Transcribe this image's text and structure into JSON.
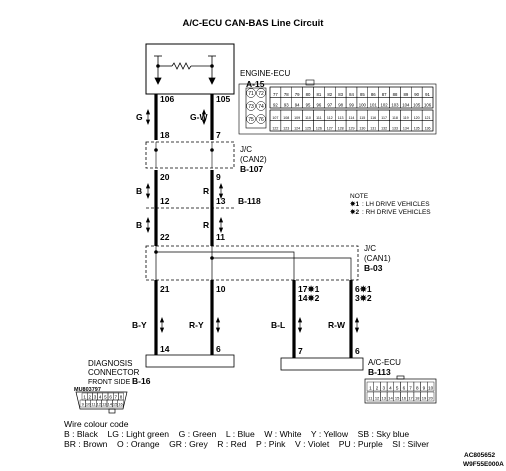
{
  "title": "A/C-ECU CAN-BAS Line Circuit",
  "engine_ecu": {
    "name": "ENGINE-ECU",
    "ref": "A-15"
  },
  "jc_can2": {
    "name": "J/C",
    "sub": "(CAN2)",
    "ref": "B-107"
  },
  "jc_can1": {
    "name": "J/C",
    "sub": "(CAN1)",
    "ref": "B-03"
  },
  "b118": "B-118",
  "diag": {
    "line1": "DIAGNOSIS",
    "line2": "CONNECTOR",
    "front": "FRONT SIDE",
    "ref": "B-16",
    "part": "MU803797"
  },
  "acecu": {
    "name": "A/C-ECU",
    "ref": "B-113"
  },
  "note": {
    "title": "NOTE",
    "n1_mark": "✵1",
    "n1": ": LH DRIVE VEHICLES",
    "n2_mark": "✵2",
    "n2": ": RH DRIVE VEHICLES"
  },
  "pins": {
    "p106": "106",
    "p105": "105",
    "p18": "18",
    "p7a": "7",
    "p20": "20",
    "p9": "9",
    "p12": "12",
    "p13": "13",
    "p22": "22",
    "p11": "11",
    "p21": "21",
    "p10": "10",
    "p17": "17✵1",
    "p14a": "14✵2",
    "p6a": "6✵1",
    "p3": "3✵2",
    "p14b": "14",
    "p6b": "6",
    "p7b": "7",
    "p6c": "6"
  },
  "wires": {
    "g": "G",
    "gw": "G-W",
    "b1": "B",
    "r1": "R",
    "b2": "B",
    "r2": "R",
    "by": "B-Y",
    "ry": "R-Y",
    "bl": "B-L",
    "rw": "R-W"
  },
  "ecu_connector_pins": {
    "row1": [
      "77",
      "78",
      "79",
      "80",
      "81",
      "82",
      "83",
      "84",
      "85",
      "86",
      "87",
      "88",
      "89",
      "90",
      "91"
    ],
    "row2": [
      "92",
      "93",
      "94",
      "95",
      "96",
      "97",
      "98",
      "99",
      "100",
      "101",
      "102",
      "103",
      "104",
      "105",
      "106"
    ],
    "row3": [
      "107",
      "108",
      "109",
      "110",
      "111",
      "112",
      "113",
      "114",
      "115",
      "116",
      "117",
      "118",
      "119",
      "120",
      "121"
    ],
    "row4": [
      "122",
      "123",
      "124",
      "125",
      "126",
      "127",
      "128",
      "129",
      "130",
      "131",
      "132",
      "133",
      "134",
      "135",
      "136"
    ],
    "left": [
      "71",
      "72",
      "73",
      "74",
      "75",
      "76"
    ]
  },
  "diag_connector_pins": {
    "row1": [
      "1",
      "2",
      "3",
      "4",
      "5",
      "6",
      "7",
      "8"
    ],
    "row2": [
      "9",
      "10",
      "11",
      "12",
      "13",
      "14",
      "15",
      "16"
    ]
  },
  "acecu_connector_pins": {
    "row1": [
      "1",
      "2",
      "3",
      "4",
      "5",
      "6",
      "7",
      "8",
      "9",
      "10"
    ],
    "row2": [
      "11",
      "12",
      "13",
      "14",
      "15",
      "16",
      "17",
      "18",
      "19",
      "20"
    ]
  },
  "legend": {
    "heading": "Wire colour code",
    "line1": "B : Black    LG : Light green    G : Green    L : Blue    W : White    Y : Yellow    SB : Sky blue",
    "line2": "BR : Brown    O : Orange    GR : Grey    R : Red    P : Pink    V : Violet    PU : Purple    SI : Silver"
  },
  "codes": {
    "c1": "AC805652",
    "c2": "W9F55E000A"
  }
}
